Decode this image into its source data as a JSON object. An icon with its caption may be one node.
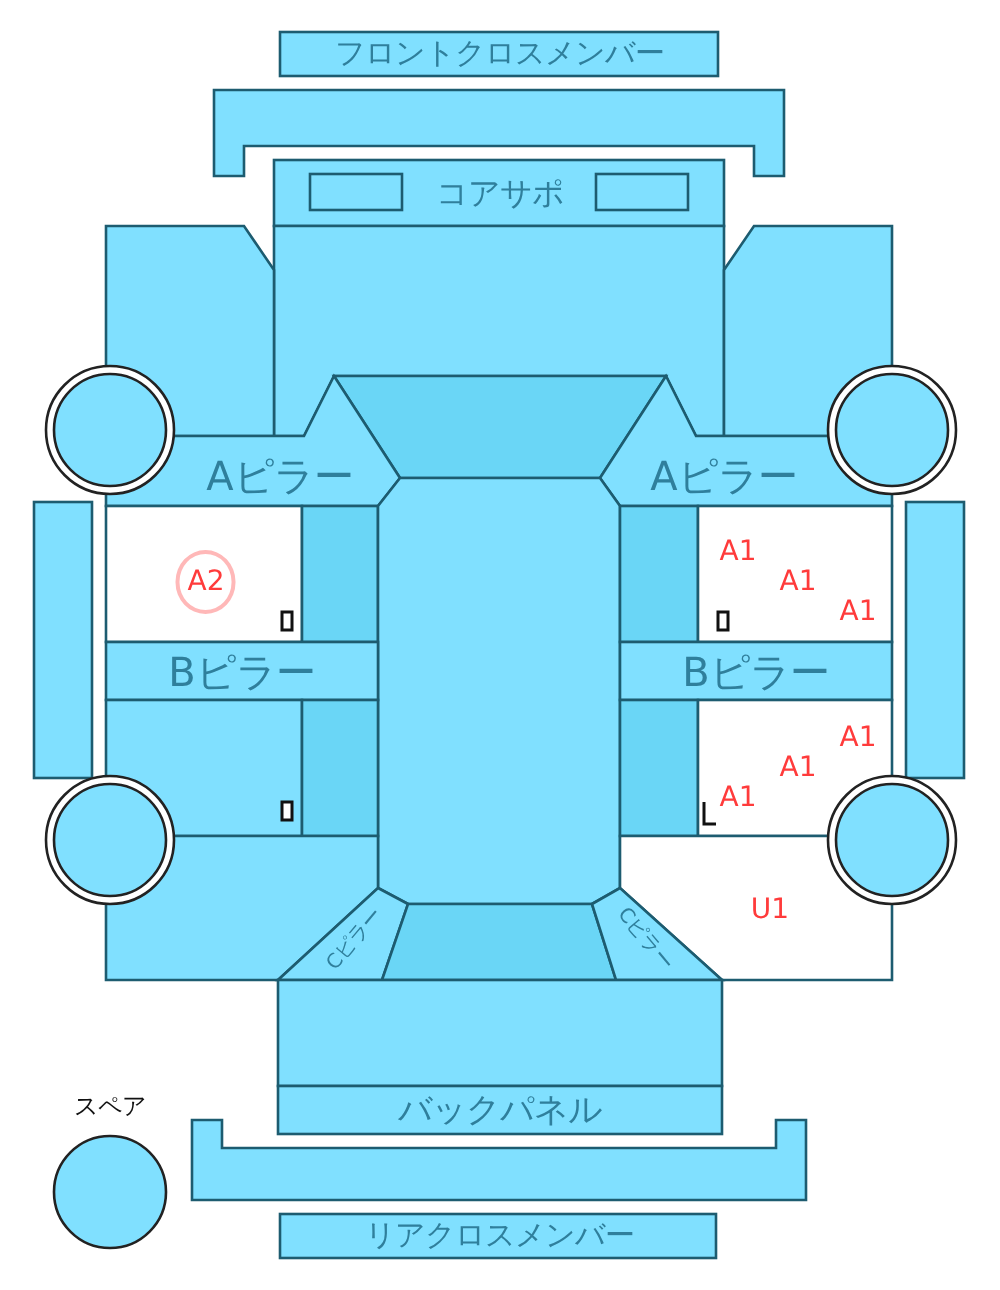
{
  "diagram": {
    "nodes": [
      {
        "text": [
          "フロントクロスメンバー"
        ]
      },
      {
        "text": [],
        "shape": "bar"
      },
      {
        "text": [
          "コアサポ"
        ]
      },
      {
        "text": [],
        "shape": "box"
      },
      {
        "text": [],
        "shape": "box"
      },
      {
        "text": [],
        "shape": "box"
      },
      {
        "text": [],
        "shape": "circle"
      },
      {
        "text": [],
        "shape": "circle"
      },
      {
        "text": [],
        "shape": "box"
      },
      {
        "text": [
          "Aピラー"
        ]
      },
      {
        "text": [
          "Aピラー"
        ]
      },
      {
        "text": [],
        "shape": "bar"
      },
      {
        "text": [],
        "shape": "bar"
      },
      {
        "text": [
          "A2"
        ]
      },
      {
        "text": [],
        "shape": "box"
      },
      {
        "text": [],
        "shape": "box"
      },
      {
        "text": [],
        "shape": "box"
      },
      {
        "text": [
          "A1",
          "A1",
          "A1"
        ]
      },
      {
        "text": [
          "Bピラー"
        ]
      },
      {
        "text": [
          "Bピラー"
        ]
      },
      {
        "text": [],
        "shape": "box"
      },
      {
        "text": [],
        "shape": "box"
      },
      {
        "text": [],
        "shape": "box"
      },
      {
        "text": [
          "A1",
          "A1",
          "A1"
        ]
      },
      {
        "text": [],
        "shape": "box"
      },
      {
        "text": [
          "U1"
        ]
      },
      {
        "text": [],
        "shape": "circle"
      },
      {
        "text": [],
        "shape": "circle"
      },
      {
        "text": [
          "Cピラー"
        ]
      },
      {
        "text": [],
        "shape": "box"
      },
      {
        "text": [
          "Cピラー"
        ]
      },
      {
        "text": [],
        "shape": "box"
      },
      {
        "text": [
          "バックパネル"
        ]
      },
      {
        "text": [],
        "shape": "bar"
      },
      {
        "text": [
          "リアクロスメンバー"
        ]
      },
      {
        "text": [],
        "shape": "circle",
        "beside": [
          "スペア"
        ]
      }
    ]
  }
}
